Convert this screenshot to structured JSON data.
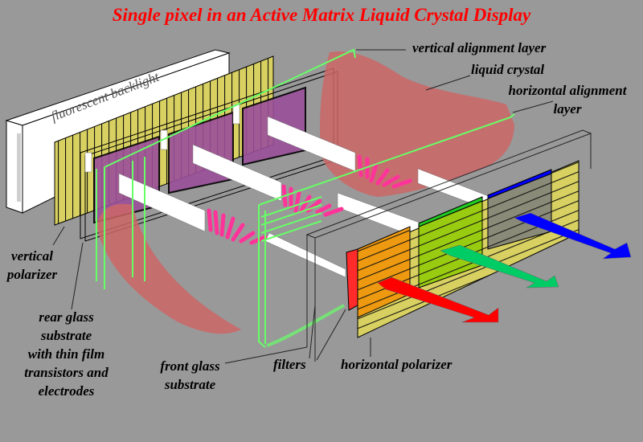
{
  "title": "Single pixel in an Active Matrix Liquid Crystal Display",
  "colors": {
    "background": "#999999",
    "title": "#ff0000",
    "backlight": "#ffffff",
    "polarizer": "#d8d060",
    "liquid_crystal": "#cc6666",
    "alignment_layer": "#66ff66",
    "electrode": "#9a4f9a",
    "crystal_molecule": "#ff3399",
    "filter_red": "#ff2a2a",
    "filter_green": "#88dd00",
    "filter_blue": "#0000ff",
    "arrow_red": "#ff0000",
    "arrow_green": "#00cc66",
    "arrow_blue": "#0000ff"
  },
  "labels": {
    "backlight": "fluorescent backlight",
    "vertical_alignment_layer": "vertical alignment layer",
    "liquid_crystal": "liquid crystal",
    "horizontal_alignment_layer": [
      "horizontal alignment",
      "layer"
    ],
    "vertical_polarizer": [
      "vertical",
      "polarizer"
    ],
    "rear_glass": [
      "rear glass",
      "substrate",
      "with thin film",
      "transistors and",
      "electrodes"
    ],
    "front_glass": [
      "front glass",
      "substrate"
    ],
    "filters": "filters",
    "horizontal_polarizer": "horizontal polarizer"
  },
  "light_outputs": [
    "red",
    "green",
    "blue"
  ]
}
